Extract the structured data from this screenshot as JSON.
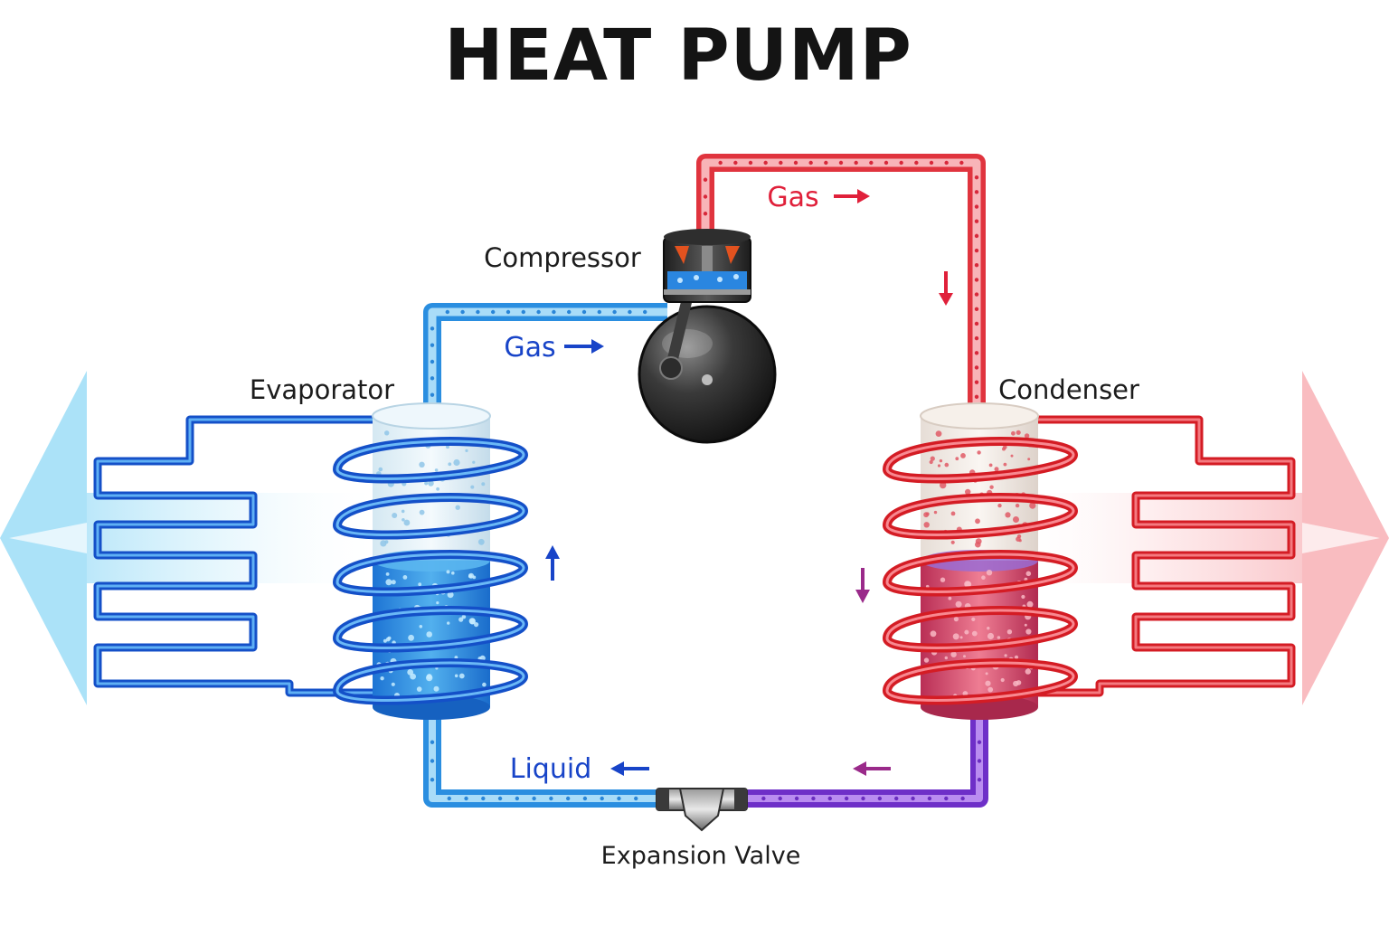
{
  "title": "HEAT PUMP",
  "labels": {
    "compressor": "Compressor",
    "evaporator": "Evaporator",
    "condenser": "Condenser",
    "expansion_valve": "Expansion Valve",
    "gas_top": "Gas",
    "gas_left": "Gas",
    "liquid": "Liquid"
  },
  "colors": {
    "cold": "#1a6fe0",
    "cold_light": "#4fb4ee",
    "hot": "#e3232e",
    "hot_light": "#f06a74",
    "mixed": "#8a3fc8",
    "arrow_purple": "#9a2a8a"
  }
}
